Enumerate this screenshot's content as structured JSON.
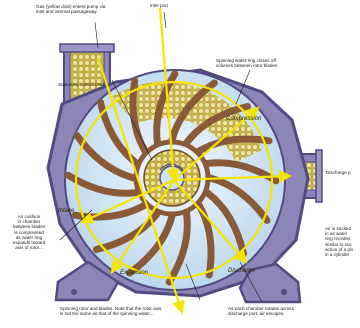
{
  "callouts": {
    "gas": "Gas (yellow dots) enters pump via\ninlet and internal passageway.",
    "inlet": "Inlet port",
    "spinning_ring": "Spinning water ring closes off\nvolumes between rotor blades",
    "control_cone": "Stationary control cone",
    "discharge": "Discharge p",
    "air_cushion": "Air cushion\nin chamber\nbetween blades\nis compressed\nas water ring\nexpands toward\naxis of rotor...",
    "air_right": "Air is sucked\nin as water\nring recedes\nsimilar to suc\naction of a pis\nin a cylinder",
    "rotor_note": "Spinning rotor and blades. Note that the rotor axis\nis not the same as that of the spinning water...",
    "chamber_note": "As each chamber rotates across\ndischarge port, air escapes."
  },
  "flow_labels": {
    "top_right": "Compression",
    "bottom_left": "Expansion",
    "bottom_right": "Discharge",
    "left": "Intake"
  },
  "colors": {
    "casing": "#8c86b8",
    "casing_dark": "#514b82",
    "water": "#d5e9f6",
    "blade": "#8a5a38",
    "gas_dots": "#f0e6a0",
    "arrow": "#f4e400"
  }
}
